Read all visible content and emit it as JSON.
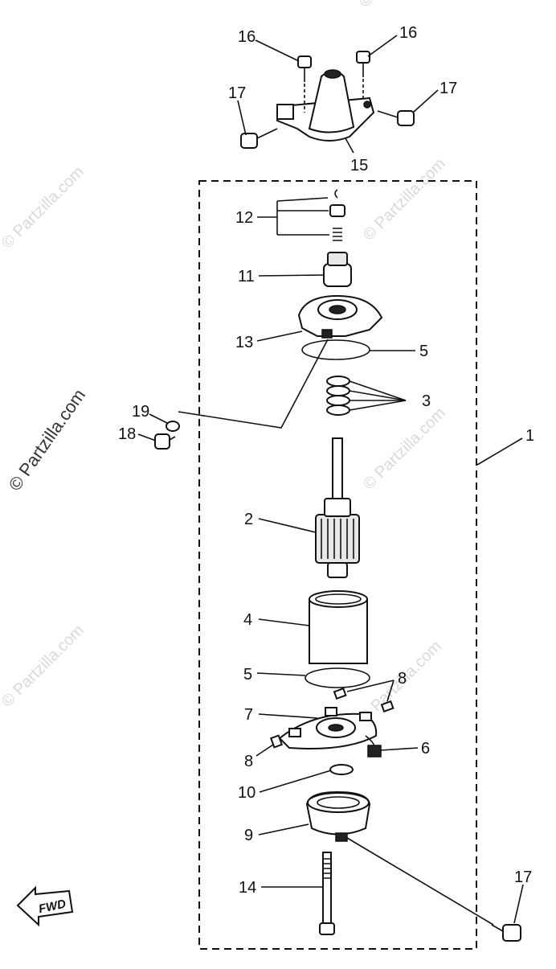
{
  "watermark": "© Partzilla.com",
  "fwd_label": "FWD",
  "callouts": {
    "c1": "1",
    "c2": "2",
    "c3": "3",
    "c4": "4",
    "c5a": "5",
    "c5b": "5",
    "c6": "6",
    "c7": "7",
    "c8a": "8",
    "c8b": "8",
    "c9": "9",
    "c10": "10",
    "c11": "11",
    "c12": "12",
    "c13": "13",
    "c14": "14",
    "c15": "15",
    "c16a": "16",
    "c16b": "16",
    "c17a": "17",
    "c17b": "17",
    "c17c": "17",
    "c18": "18",
    "c19": "19"
  },
  "colors": {
    "ink": "#111111",
    "watermark": "#d9d9d9"
  }
}
